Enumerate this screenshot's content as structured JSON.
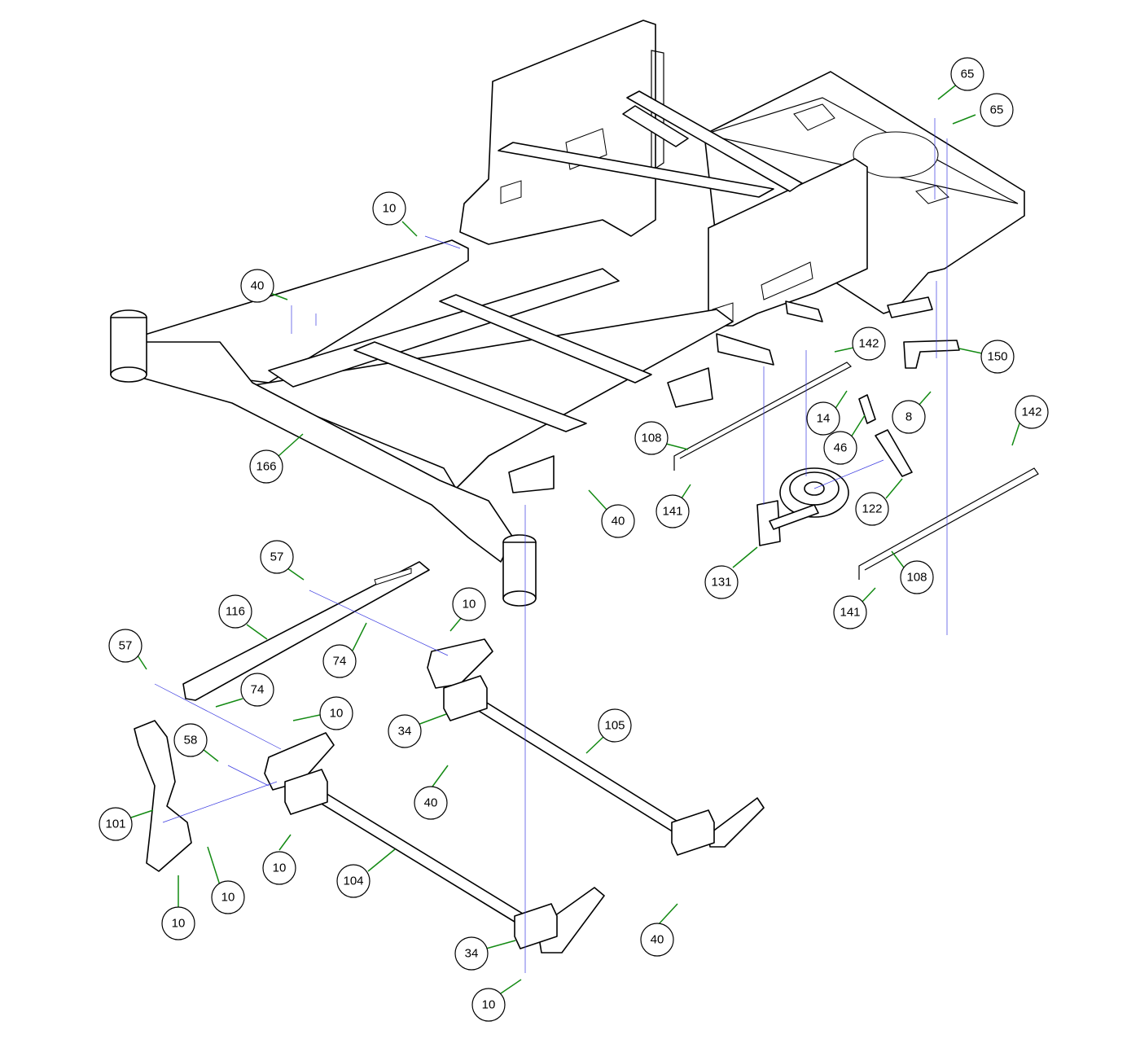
{
  "diagram": {
    "callouts": [
      {
        "id": "c1",
        "label": "10"
      },
      {
        "id": "c2",
        "label": "40"
      },
      {
        "id": "c3",
        "label": "65"
      },
      {
        "id": "c4",
        "label": "65"
      },
      {
        "id": "c5",
        "label": "142"
      },
      {
        "id": "c6",
        "label": "150"
      },
      {
        "id": "c7",
        "label": "14"
      },
      {
        "id": "c8",
        "label": "8"
      },
      {
        "id": "c9",
        "label": "46"
      },
      {
        "id": "c10",
        "label": "108"
      },
      {
        "id": "c11",
        "label": "166"
      },
      {
        "id": "c12",
        "label": "141"
      },
      {
        "id": "c13",
        "label": "122"
      },
      {
        "id": "c14",
        "label": "40"
      },
      {
        "id": "c15",
        "label": "142"
      },
      {
        "id": "c16",
        "label": "131"
      },
      {
        "id": "c17",
        "label": "108"
      },
      {
        "id": "c18",
        "label": "141"
      },
      {
        "id": "c19",
        "label": "57"
      },
      {
        "id": "c20",
        "label": "116"
      },
      {
        "id": "c21",
        "label": "10"
      },
      {
        "id": "c22",
        "label": "57"
      },
      {
        "id": "c23",
        "label": "74"
      },
      {
        "id": "c24",
        "label": "74"
      },
      {
        "id": "c25",
        "label": "10"
      },
      {
        "id": "c26",
        "label": "105"
      },
      {
        "id": "c27",
        "label": "34"
      },
      {
        "id": "c28",
        "label": "58"
      },
      {
        "id": "c29",
        "label": "101"
      },
      {
        "id": "c30",
        "label": "40"
      },
      {
        "id": "c31",
        "label": "10"
      },
      {
        "id": "c32",
        "label": "104"
      },
      {
        "id": "c33",
        "label": "10"
      },
      {
        "id": "c34",
        "label": "10"
      },
      {
        "id": "c35",
        "label": "40"
      },
      {
        "id": "c36",
        "label": "34"
      },
      {
        "id": "c37",
        "label": "10"
      }
    ]
  }
}
